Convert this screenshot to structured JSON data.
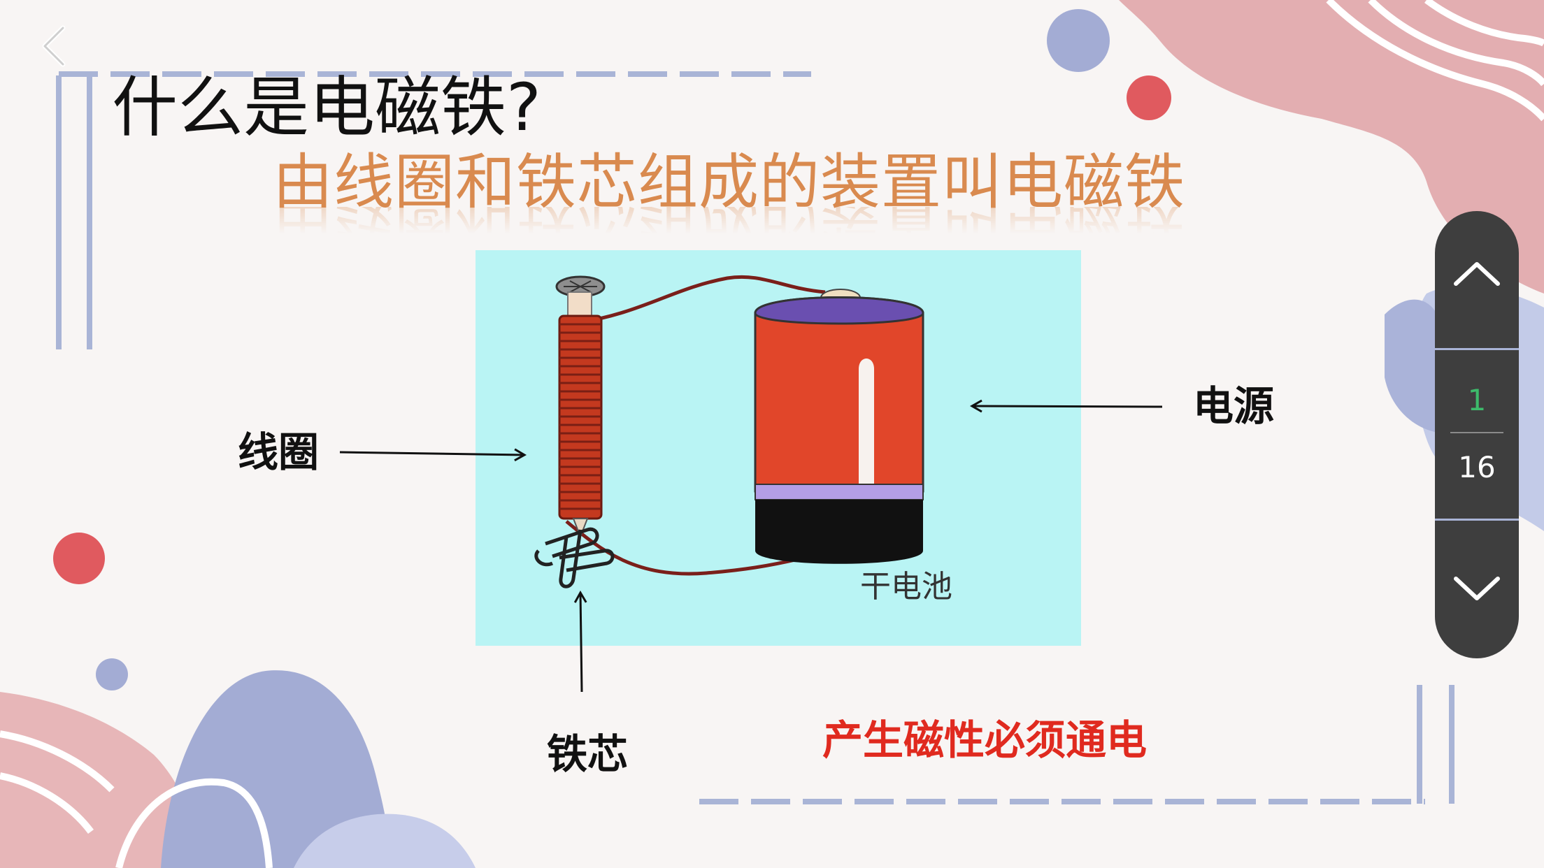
{
  "slide": {
    "title": "什么是电磁铁?",
    "definition": "由线圈和铁芯组成的装置叫电磁铁",
    "labels": {
      "coil": "线圈",
      "power": "电源",
      "core": "铁芯"
    },
    "battery_caption": "干电池",
    "note": "产生磁性必须通电"
  },
  "pager": {
    "current": "1",
    "total": "16"
  },
  "colors": {
    "definition": "#d98a4f",
    "note": "#e02a1f",
    "diagram_bg": "#b9f4f4",
    "pager_bg": "#3e3e3e",
    "pager_current": "#3dbb6b",
    "accent_blue": "#a3acd4",
    "accent_pink": "#e3aeb1",
    "accent_red": "#e05a5f"
  },
  "icons": {
    "back": "chevron-left-icon",
    "prev": "chevron-up-icon",
    "next": "chevron-down-icon"
  }
}
